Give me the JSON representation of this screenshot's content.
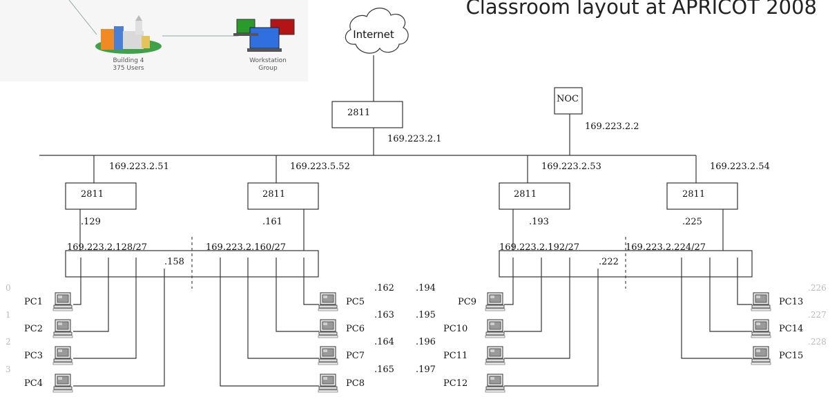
{
  "title": "Classroom layout at APRICOT 2008",
  "thumbnail": {
    "building_label": "Building 4",
    "building_users": "375 Users",
    "workstation_label": "Workstation",
    "workstation_group": "Group"
  },
  "internet": {
    "label": "Internet"
  },
  "core_router": {
    "label": "2811",
    "ip": "169.223.2.1"
  },
  "noc": {
    "label": "NOC",
    "ip": "169.223.2.2"
  },
  "routers": [
    {
      "label": "2811",
      "ip": "169.223.2.51",
      "lan_ip": ".129"
    },
    {
      "label": "2811",
      "ip": "169.223.5.52",
      "lan_ip": ".161"
    },
    {
      "label": "2811",
      "ip": "169.223.2.53",
      "lan_ip": ".193"
    },
    {
      "label": "2811",
      "ip": "169.223.2.54",
      "lan_ip": ".225"
    }
  ],
  "subnets": [
    "169.223.2.128/27",
    "169.223.2.160/27",
    "169.223.2.192/27",
    "169.223.2.224/27"
  ],
  "switch_ips": [
    ".158",
    ".222"
  ],
  "pcs": [
    "PC1",
    "PC2",
    "PC3",
    "PC4",
    "PC5",
    "PC6",
    "PC7",
    "PC8",
    "PC9",
    "PC10",
    "PC11",
    "PC12",
    "PC13",
    "PC14",
    "PC15"
  ],
  "pc_ips_a": [
    ".162",
    ".163",
    ".164",
    ".165"
  ],
  "pc_ips_b": [
    ".194",
    ".195",
    ".196",
    ".197"
  ],
  "cut_ips_left": [
    "0",
    "1",
    "2",
    "3"
  ],
  "cut_ips_right": [
    ".226",
    ".227",
    ".228"
  ]
}
